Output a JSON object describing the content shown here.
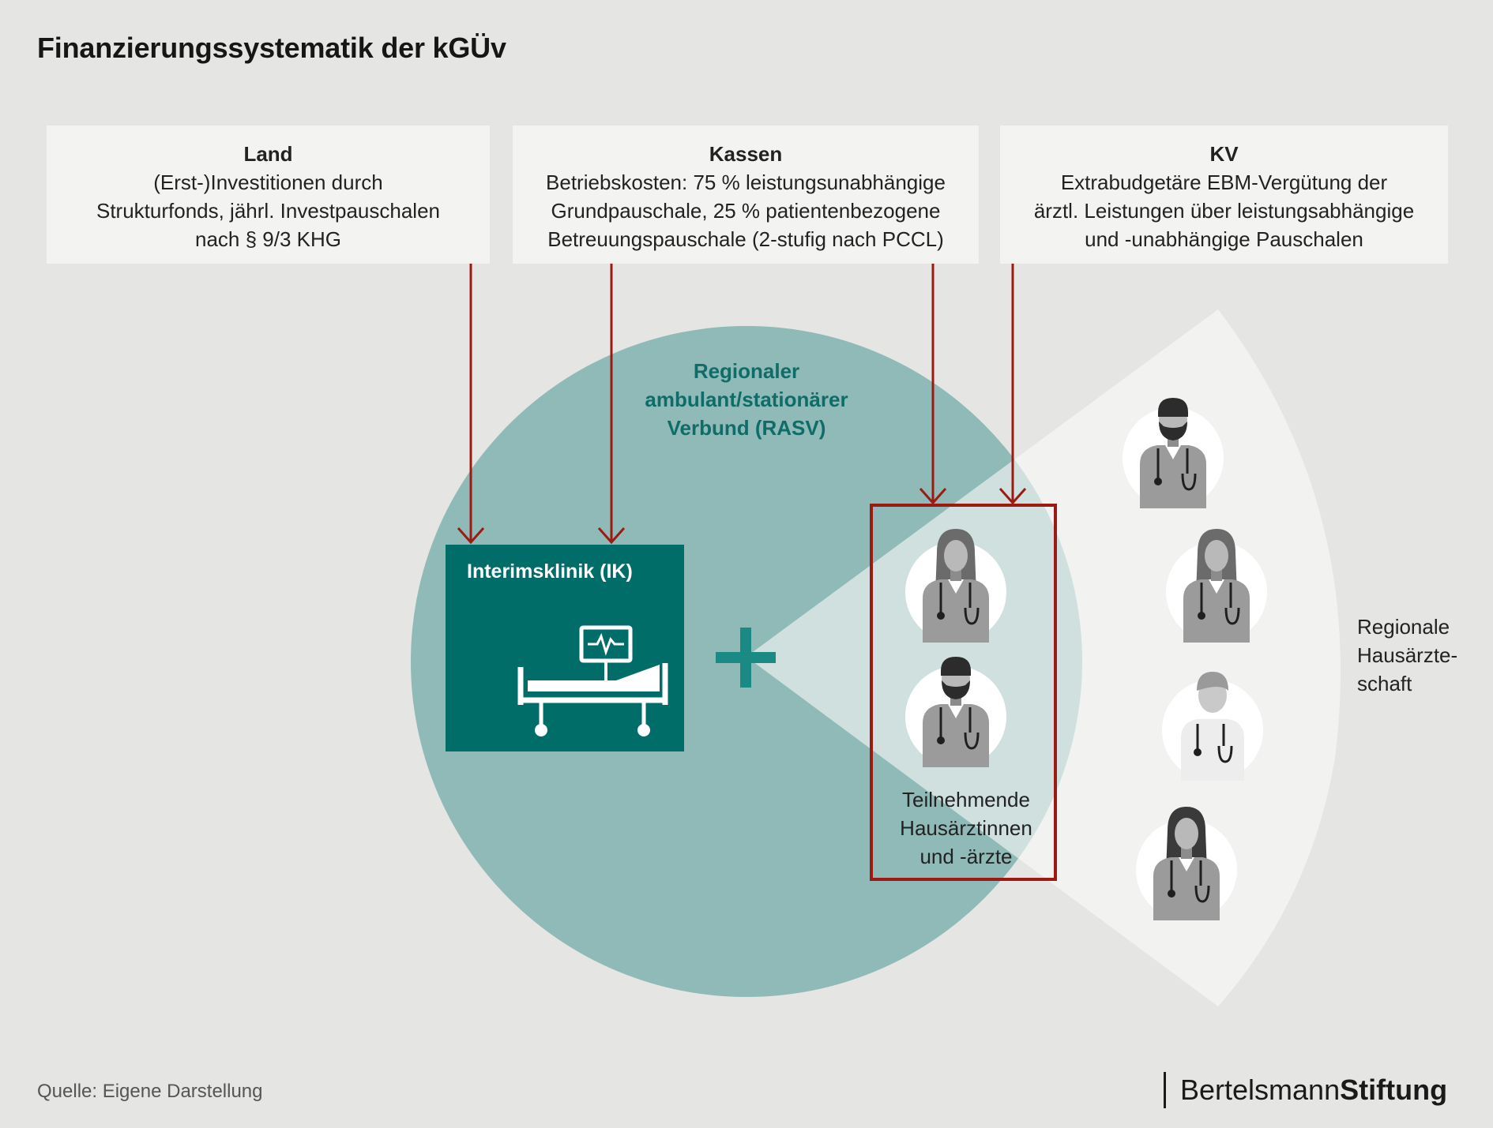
{
  "title": "Finanzierungssystematik der kGÜv",
  "boxes": {
    "land": {
      "heading": "Land",
      "lines": [
        "(Erst-)Investitionen durch",
        "Strukturfonds, jährl. Investpauschalen",
        "nach § 9/3 KHG"
      ]
    },
    "kassen": {
      "heading": "Kassen",
      "lines": [
        "Betriebskosten: 75 % leistungsunabhängige",
        "Grundpauschale, 25 % patientenbezogene",
        "Betreuungspauschale (2-stufig nach PCCL)"
      ]
    },
    "kv": {
      "heading": "KV",
      "lines": [
        "Extrabudgetäre EBM-Vergütung der",
        "ärztl. Leistungen über leistungsabhängige",
        "und -unabhängige Pauschalen"
      ]
    }
  },
  "rasv": {
    "lines": [
      "Regionaler",
      "ambulant/stationärer",
      "Verbund (RASV)"
    ]
  },
  "clinic": {
    "label": "Interimsklinik (IK)"
  },
  "participants": {
    "lines": [
      "Teilnehmende",
      "Hausärztinnen",
      "und -ärzte"
    ]
  },
  "region": {
    "lines": [
      "Regionale",
      "Hausärzte-",
      "schaft"
    ]
  },
  "source": "Quelle: Eigene Darstellung",
  "brand": {
    "part1": "Bertelsmann",
    "part2": "Stiftung"
  },
  "colors": {
    "circle": "#8fbab7",
    "clinic": "#006d69",
    "arrow": "#9b1b14",
    "accent_text": "#0f6c68",
    "plus": "#1c8a84",
    "background": "#e5e5e3",
    "box": "#f3f3f2"
  },
  "icons": {
    "clinic": "hospital-bed-monitor-icon",
    "doctors": [
      "male-doctor-icon",
      "female-doctor-icon",
      "female-doctor-icon",
      "male-doctor-icon",
      "female-doctor-icon",
      "male-doctor-icon",
      "female-doctor-icon"
    ]
  }
}
